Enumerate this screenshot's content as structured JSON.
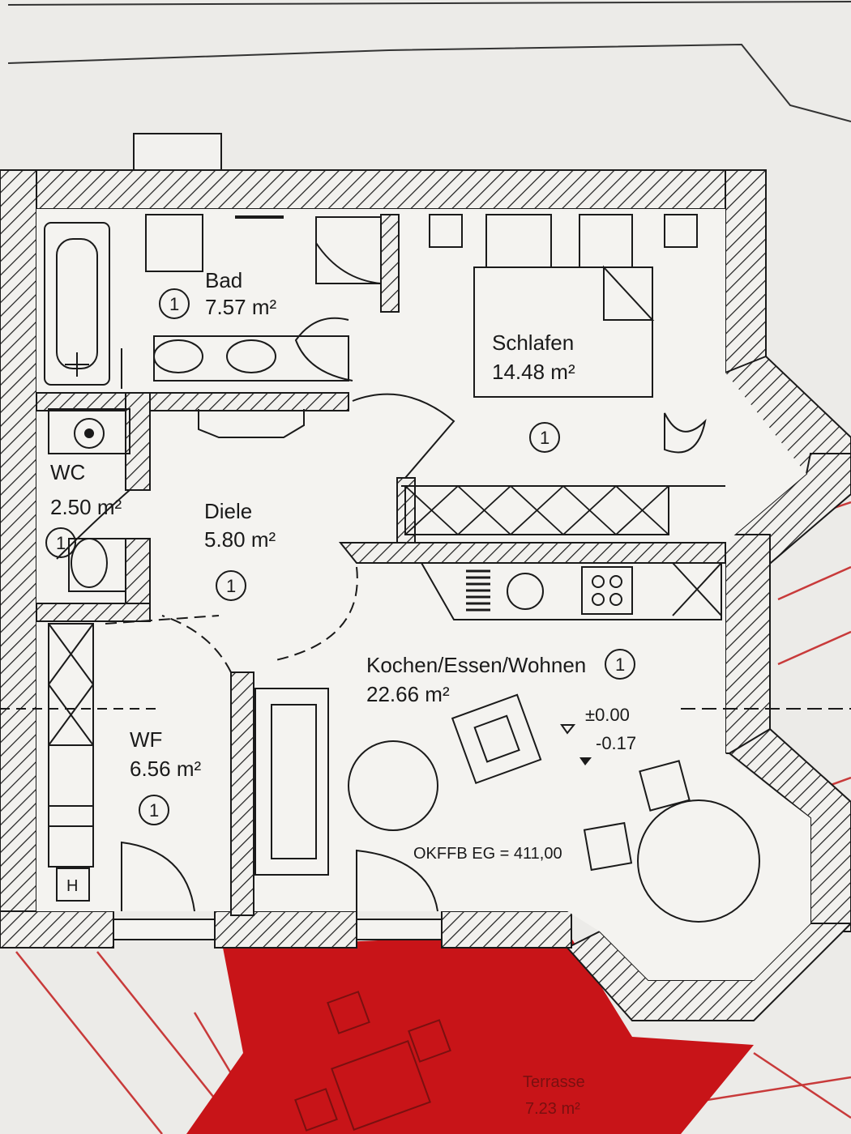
{
  "rooms": {
    "bad": {
      "name": "Bad",
      "area": "7.57 m²",
      "number": "1"
    },
    "schlafen": {
      "name": "Schlafen",
      "area": "14.48 m²",
      "number": "1"
    },
    "wc": {
      "name": "WC",
      "area": "2.50 m²",
      "number": "1"
    },
    "diele": {
      "name": "Diele",
      "area": "5.80 m²",
      "number": "1"
    },
    "kochen": {
      "name": "Kochen/Essen/Wohnen",
      "area": "22.66 m²",
      "number": "1"
    },
    "wf": {
      "name": "WF",
      "area": "6.56 m²",
      "number": "1"
    },
    "terrasse": {
      "name": "Terrasse",
      "area": "7.23 m²"
    }
  },
  "levels": {
    "upper": "±0.00",
    "lower": "-0.17",
    "okffb": "OKFFB EG = 411,00"
  },
  "markers": {
    "h": "H"
  },
  "colors": {
    "terrace": "#c81418",
    "wall_line": "#1a1a1a",
    "paper": "#ecebe8",
    "red_line": "#c83a3a"
  }
}
